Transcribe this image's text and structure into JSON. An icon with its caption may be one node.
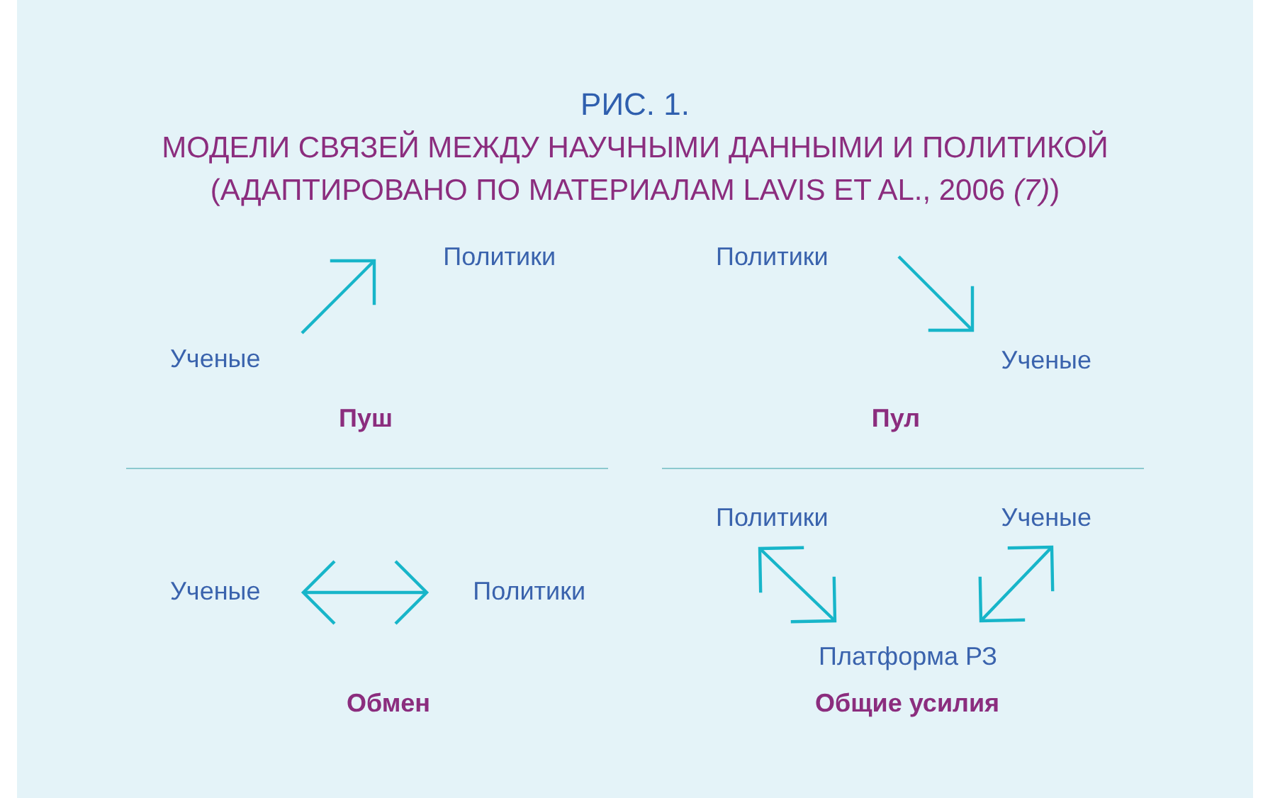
{
  "diagram": {
    "title": "РИС. 1.",
    "caption": "МОДЕЛИ СВЯЗЕЙ МЕЖДУ НАУЧНЫМИ ДАННЫМИ И ПОЛИТИКОЙ (АДАПТИРОВАНО ПО МАТЕРИАЛАМ LAVIS ET AL., 2006 *(7)*)",
    "nodes": [
      {
        "text": [
          "Ученые"
        ]
      },
      {
        "text": [
          "Политики"
        ]
      },
      {
        "text": [
          "Политики"
        ]
      },
      {
        "text": [
          "Ученые"
        ]
      },
      {
        "text": [
          "Ученые"
        ]
      },
      {
        "text": [
          "Политики"
        ]
      },
      {
        "text": [
          "Политики"
        ]
      },
      {
        "text": [
          "Ученые"
        ]
      },
      {
        "text": [
          "Платформа РЗ"
        ]
      }
    ],
    "edges": [
      {
        "from": 0,
        "to": 1,
        "arrow": "to"
      },
      {
        "from": 2,
        "to": 3,
        "arrow": "to"
      },
      {
        "from": 4,
        "to": 5,
        "arrow": "both"
      },
      {
        "from": 6,
        "to": 8,
        "arrow": "both"
      },
      {
        "from": 7,
        "to": 8,
        "arrow": "both"
      }
    ],
    "labels": [
      "Пуш",
      "Пул",
      "Обмен",
      "Общие усилия"
    ]
  }
}
